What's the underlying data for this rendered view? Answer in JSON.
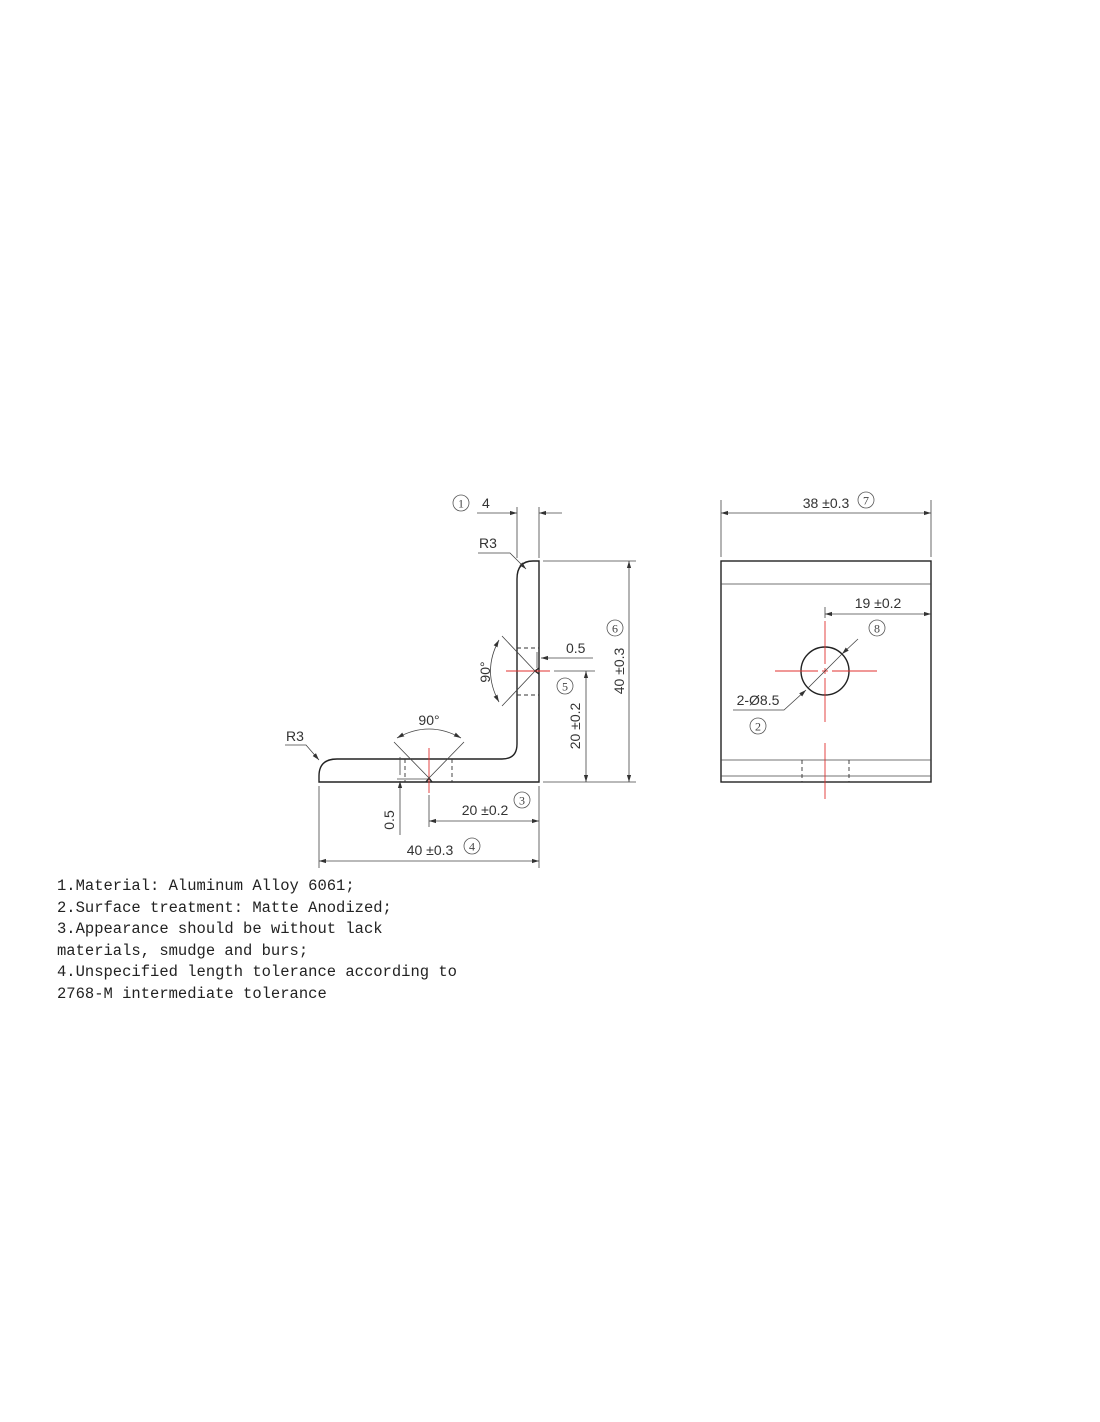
{
  "side_view": {
    "thickness": {
      "callout": "1",
      "value": "4"
    },
    "radius_top": "R3",
    "radius_left": "R3",
    "height": {
      "callout": "6",
      "value": "40 ±0.3"
    },
    "hole_height": {
      "callout": "5",
      "value": "20 ±0.2"
    },
    "groove_depth_vertical": "0.5",
    "groove_depth_horizontal": "0.5",
    "angle_vertical": "90°",
    "angle_horizontal": "90°",
    "hole_offset": {
      "callout": "3",
      "value": "20 ±0.2"
    },
    "width": {
      "callout": "4",
      "value": "40 ±0.3"
    }
  },
  "front_view": {
    "width": {
      "callout": "7",
      "value": "38 ±0.3"
    },
    "hole_center": {
      "callout": "8",
      "value": "19 ±0.2"
    },
    "hole_diameter": {
      "callout": "2",
      "value": "2-Ø8.5"
    }
  },
  "notes": [
    "1.Material: Aluminum Alloy 6061;",
    "2.Surface treatment: Matte Anodized;",
    "3.Appearance should be without lack",
    "materials, smudge and burs;",
    "4.Unspecified length tolerance according to",
    "2768-M intermediate tolerance"
  ],
  "colors": {
    "line": "#222222",
    "centerline": "#e0322f"
  }
}
